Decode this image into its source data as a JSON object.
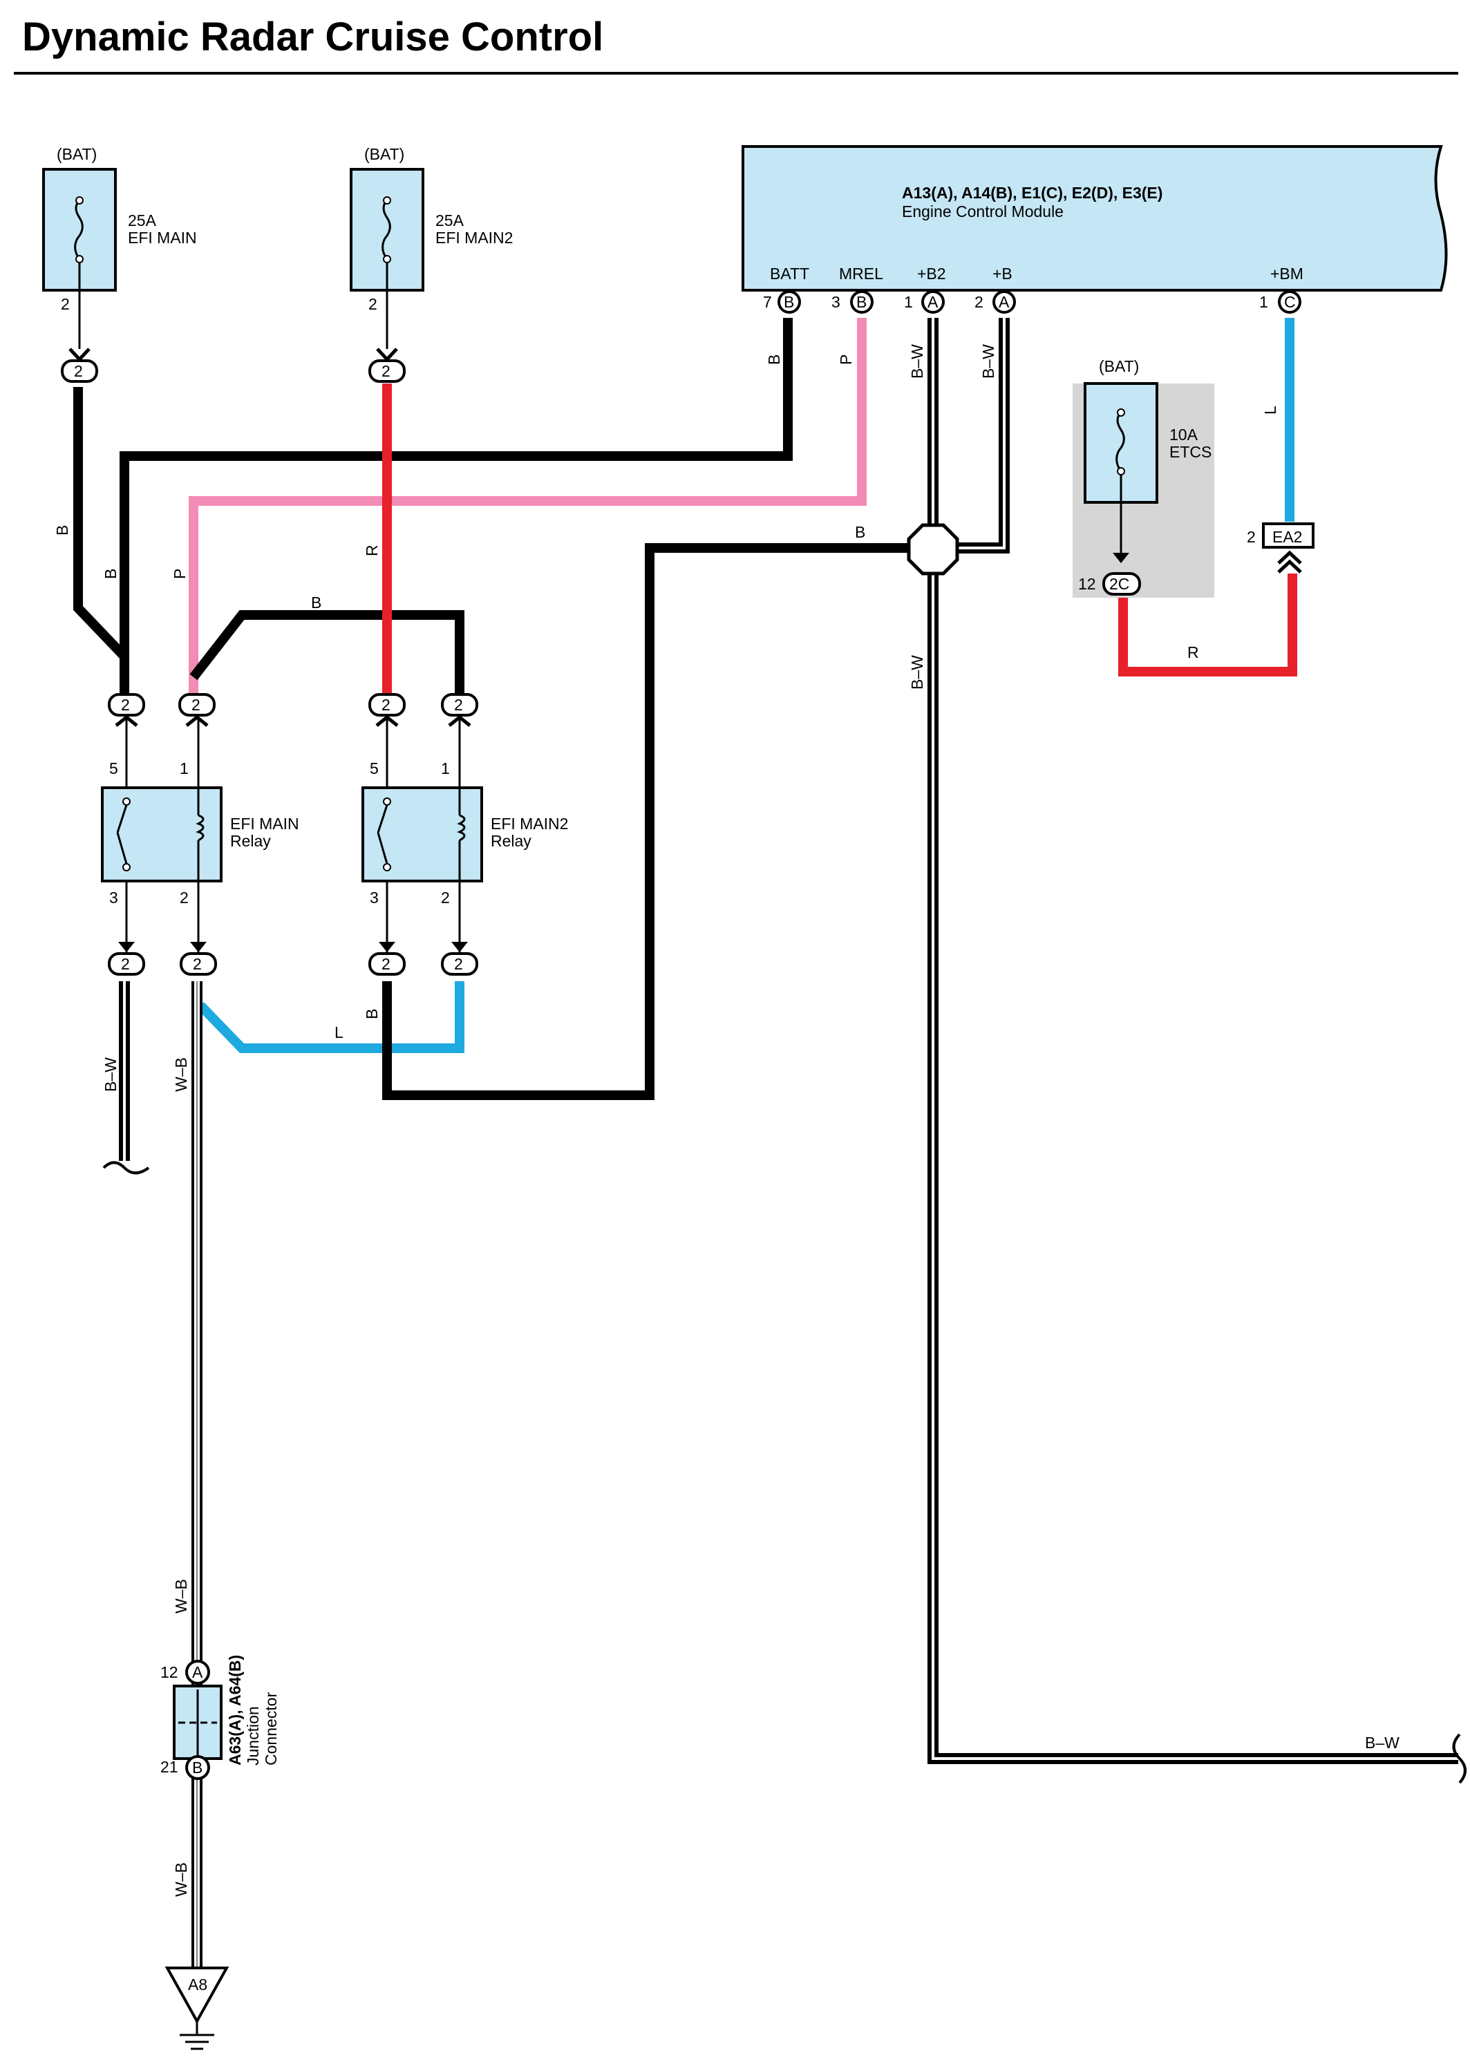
{
  "title": "Dynamic Radar Cruise Control",
  "colors": {
    "component_fill": "#c5e6f4",
    "shade": "#d6d6d6",
    "wire_B": "#000000",
    "wire_R": "#e8202a",
    "wire_P": "#f28bb5",
    "wire_L": "#1fa9e1",
    "wire_BW": "#000000",
    "wire_WB": "#000000"
  },
  "fuses": {
    "efi_main": {
      "source": "(BAT)",
      "rating": "25A",
      "name": "EFI MAIN",
      "pin": "2",
      "conn": "2"
    },
    "efi_main2": {
      "source": "(BAT)",
      "rating": "25A",
      "name": "EFI MAIN2",
      "pin": "2",
      "conn": "2"
    },
    "etcs": {
      "source": "(BAT)",
      "rating": "10A",
      "name": "ETCS",
      "pin": "12",
      "conn": "2C"
    }
  },
  "ecm": {
    "codes": "A13(A), A14(B), E1(C), E2(D), E3(E)",
    "name": "Engine Control Module",
    "terminals": [
      {
        "label": "BATT",
        "pin": "7",
        "conn": "B"
      },
      {
        "label": "MREL",
        "pin": "3",
        "conn": "B"
      },
      {
        "label": "+B2",
        "pin": "1",
        "conn": "A"
      },
      {
        "label": "+B",
        "pin": "2",
        "conn": "A"
      },
      {
        "label": "+BM",
        "pin": "1",
        "conn": "C"
      }
    ]
  },
  "ea2": {
    "pin": "2",
    "conn": "EA2"
  },
  "relays": {
    "efi_main": {
      "name_line1": "EFI MAIN",
      "name_line2": "Relay",
      "pins": [
        "5",
        "1",
        "3",
        "2"
      ],
      "conn": "2"
    },
    "efi_main2": {
      "name_line1": "EFI MAIN2",
      "name_line2": "Relay",
      "pins": [
        "5",
        "1",
        "3",
        "2"
      ],
      "conn": "2"
    }
  },
  "junction": {
    "codes": "A63(A), A64(B)",
    "name_line1": "Junction",
    "name_line2": "Connector",
    "top_pin": "12",
    "top_conn": "A",
    "bottom_pin": "21",
    "bottom_conn": "B"
  },
  "ground": {
    "label": "A8"
  },
  "wire_labels": {
    "b": "B",
    "r": "R",
    "p": "P",
    "l": "L",
    "bw": "B–W",
    "wb": "W–B"
  }
}
